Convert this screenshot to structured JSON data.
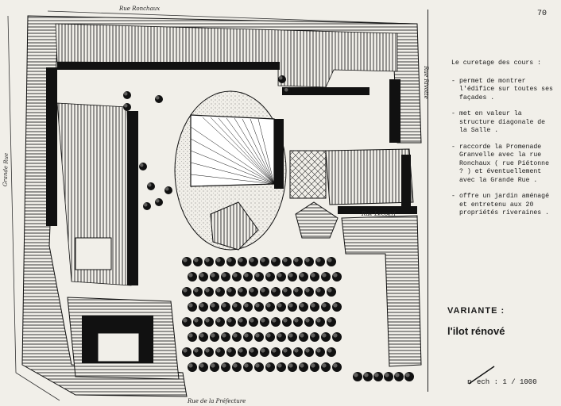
{
  "page_number": "70",
  "streets": {
    "north": "Rue Ronchaux",
    "west": "Grande Rue",
    "east": "Rue Rivotte",
    "south": "Rue de la Préfecture",
    "inner": "Rue Lecoerl"
  },
  "notes": {
    "heading": "Le curetage des cours :",
    "items": [
      "permet de montrer l'édifice sur toutes ses façades .",
      "met en valeur la structure diagonale de la Salle .",
      "raccorde la Promenade Granvelle avec la rue Ronchaux ( rue Piétonne ? ) et éventuellement avec la Grande Rue .",
      "offre un jardin aménagé et entretenu aux 20 propriétés riveraines ."
    ]
  },
  "variante_label": "VARIANTE :",
  "plan_title": "l'ilot rénové",
  "north_label": "n",
  "scale": "ech : 1 / 1000",
  "colors": {
    "ink": "#1a1a1a",
    "paper": "#f1efe9"
  }
}
